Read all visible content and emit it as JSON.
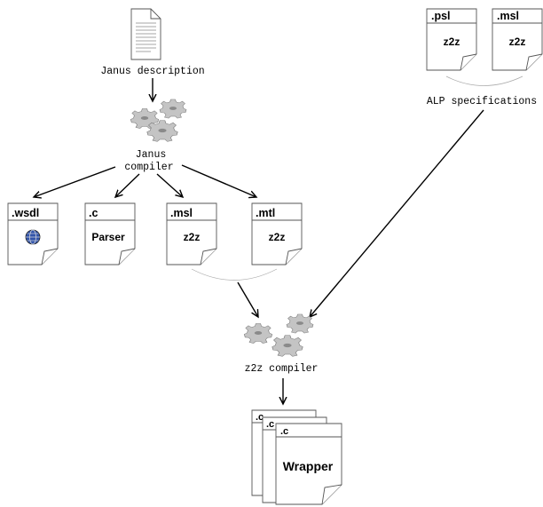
{
  "janus_description": "Janus description",
  "janus_compiler": [
    "Janus",
    "compiler"
  ],
  "alp_specifications": "ALP specifications",
  "z2z_compiler": "z2z compiler",
  "outputs": {
    "wsdl": {
      "ext": ".wsdl",
      "icon": "globe-icon"
    },
    "c": {
      "ext": ".c",
      "label": "Parser"
    },
    "msl": {
      "ext": ".msl",
      "label": "z2z"
    },
    "mtl": {
      "ext": ".mtl",
      "label": "z2z"
    }
  },
  "specs": {
    "psl": {
      "ext": ".psl",
      "label": "z2z"
    },
    "msl": {
      "ext": ".msl",
      "label": "z2z"
    }
  },
  "wrapper": {
    "pages": [
      ".c",
      ".c",
      ".c"
    ],
    "label": "Wrapper"
  },
  "colors": {
    "gear_face": "#c4c4c4",
    "gear_shadow": "#888888",
    "globe": "#3355aa"
  }
}
